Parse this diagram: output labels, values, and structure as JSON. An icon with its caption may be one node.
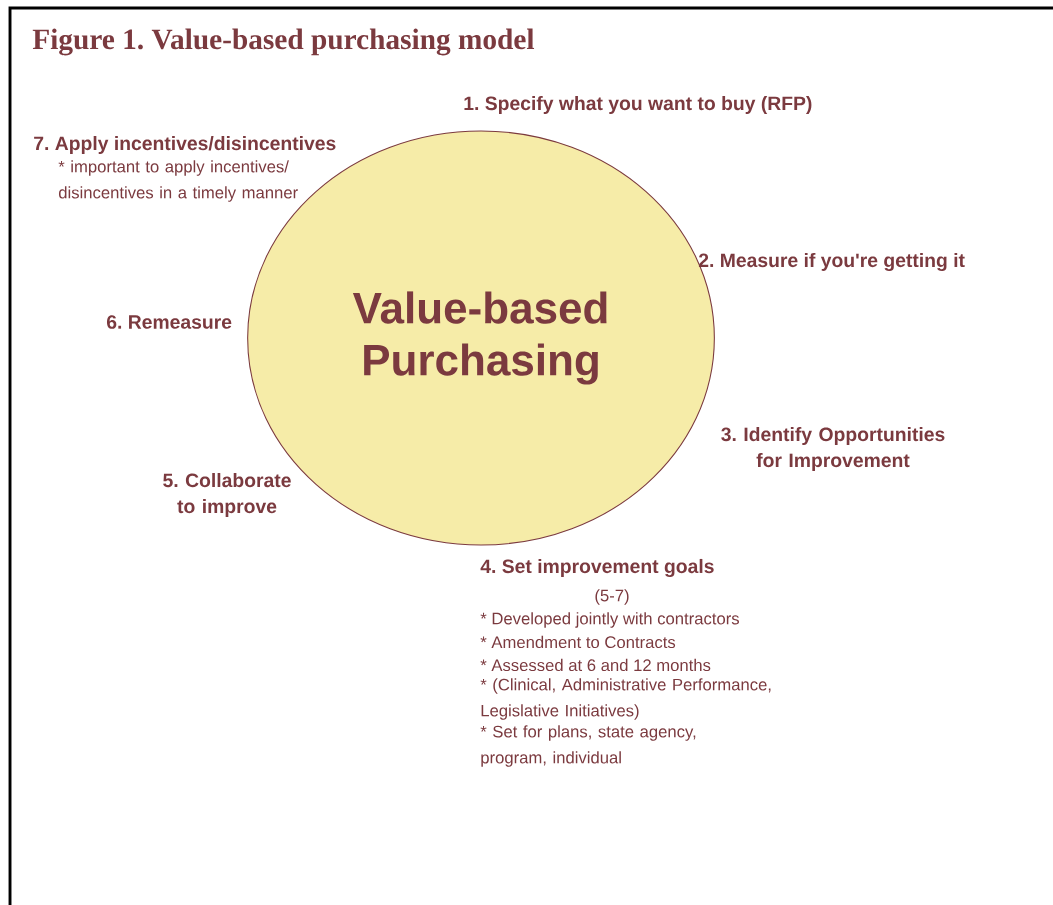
{
  "diagram": {
    "title": "Figure 1. Value-based purchasing model",
    "nodes": [
      {
        "text": [
          "Value-based Purchasing"
        ]
      }
    ],
    "labels": [
      "1. Specify what you want to buy (RFP)",
      "7. Apply incentives/disincentives",
      "* important to apply incentives/ disincentives in a timely manner",
      "2. Measure if you're getting it",
      "6. Remeasure",
      "3. Identify Opportunities for Improvement",
      "5. Collaborate to improve",
      "4. Set improvement goals",
      "(5-7)",
      "* Developed jointly with contractors",
      "* Amendment to Contracts",
      "* Assessed at 6 and 12 months",
      "* (Clinical, Administrative Performance, Legislative Initiatives)",
      "* Set for plans, state agency, program, individual"
    ]
  }
}
